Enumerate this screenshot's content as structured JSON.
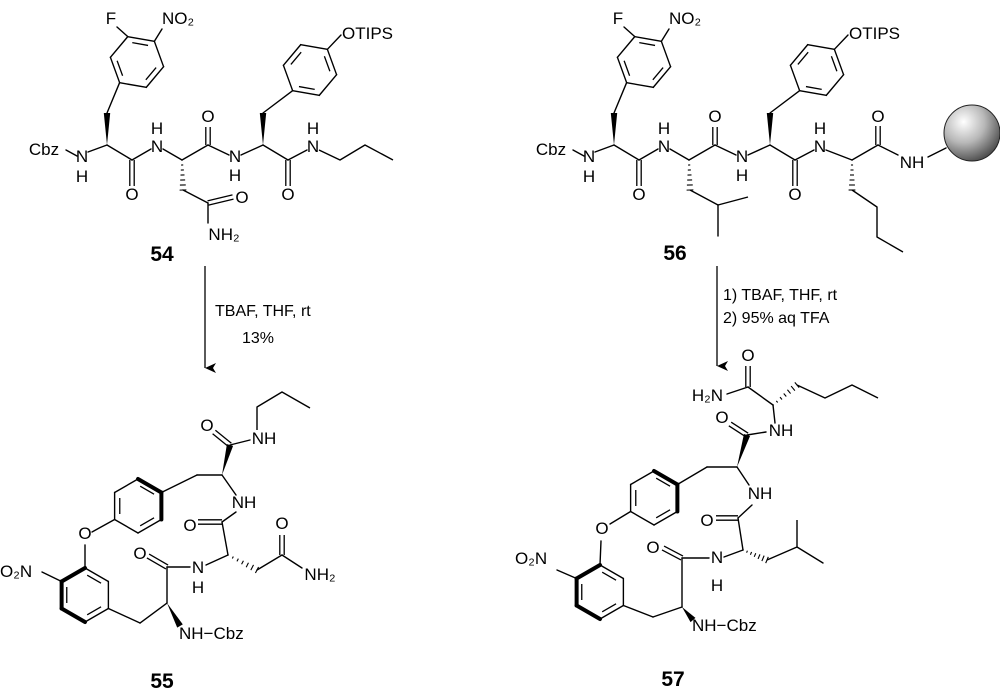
{
  "compounds": {
    "c54": {
      "number": "54",
      "atoms": [
        "F",
        "NO₂",
        "OTIPS",
        "Cbz",
        "N",
        "H",
        "O",
        "N",
        "H",
        "O",
        "O",
        "NH₂",
        "N",
        "H",
        "O",
        "N",
        "H"
      ]
    },
    "c55": {
      "number": "55",
      "atoms": [
        "NH",
        "O",
        "NH",
        "O",
        "O",
        "NH₂",
        "N",
        "H",
        "O",
        "NH−Cbz",
        "O",
        "O₂N"
      ]
    },
    "c56": {
      "number": "56",
      "atoms": [
        "F",
        "NO₂",
        "OTIPS",
        "Cbz",
        "N",
        "H",
        "O",
        "N",
        "H",
        "O",
        "N",
        "H",
        "O",
        "N",
        "H",
        "O",
        "NH"
      ]
    },
    "c57": {
      "number": "57",
      "atoms": [
        "O₂N",
        "O",
        "O",
        "NH",
        "O",
        "H₂N",
        "NH",
        "O",
        "N",
        "H",
        "O",
        "NH−Cbz"
      ]
    }
  },
  "reactions": [
    {
      "from": "54",
      "to": "55",
      "conditions": [
        "TBAF, THF, rt",
        "13%"
      ]
    },
    {
      "from": "56",
      "to": "57",
      "conditions": [
        "1) TBAF, THF, rt",
        "2)  95% aq TFA"
      ]
    }
  ],
  "resin": {
    "icon": "resin-bead-icon",
    "color": "#9a9a9a"
  }
}
